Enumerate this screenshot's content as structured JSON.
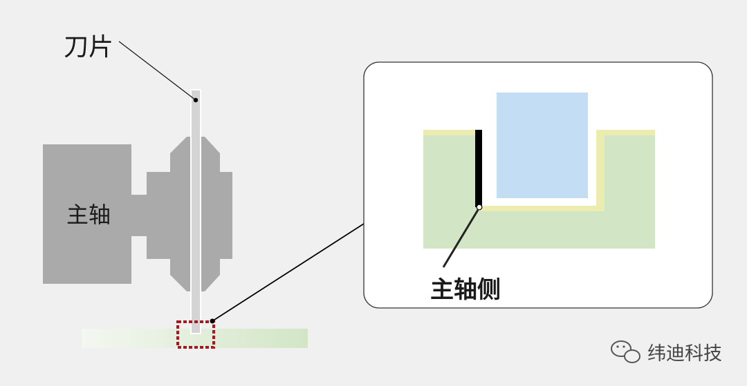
{
  "labels": {
    "blade": "刀片",
    "spindle": "主轴",
    "spindle_side": "主轴侧"
  },
  "watermark": {
    "text": "纬迪科技",
    "icon": "wechat-icon"
  },
  "colors": {
    "background": "#f0f0f0",
    "spindle_gray": "#aaaaaa",
    "blade_fill": "#d4d4d4",
    "workpiece_green": "#d2e6c6",
    "overlay_blue": "#c3ddf4",
    "coating_yellow": "#ecebb0",
    "highlight_red": "#b5121b"
  }
}
